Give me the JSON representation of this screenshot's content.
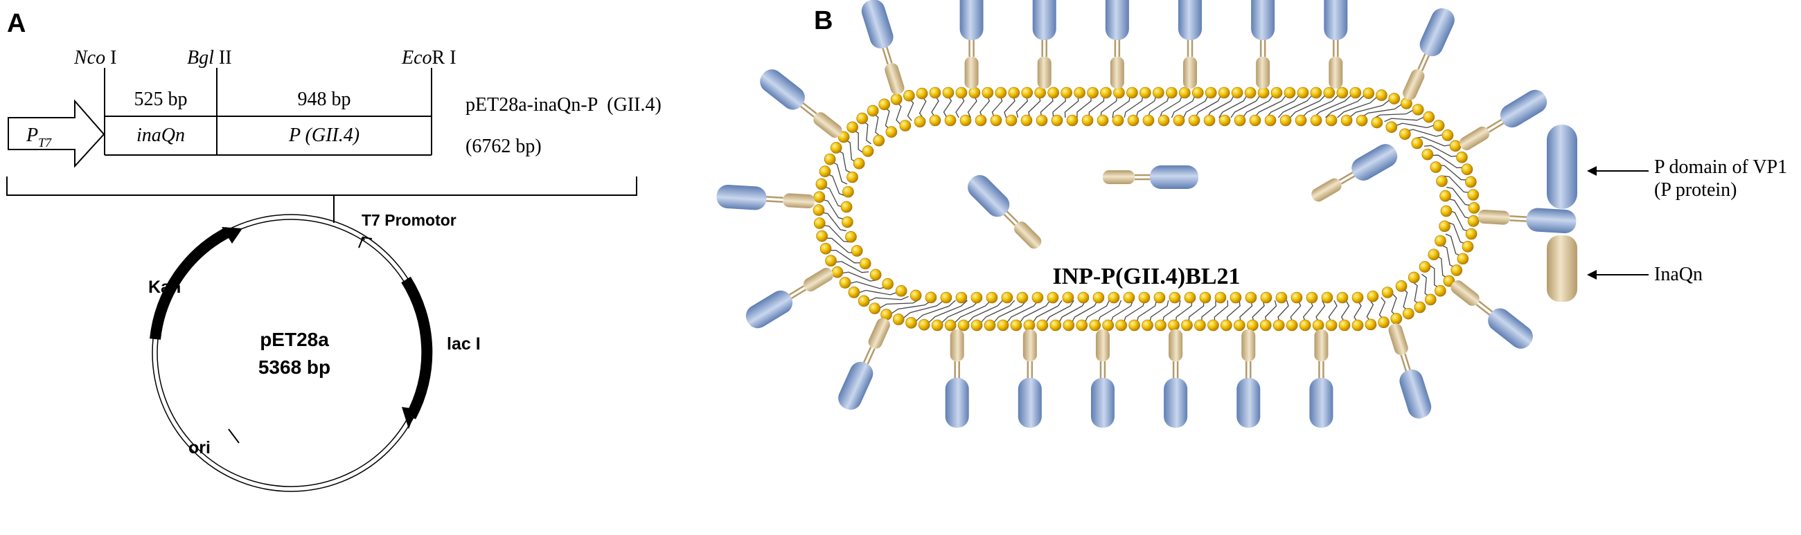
{
  "panel_a": {
    "label": "A",
    "sites": {
      "nco": {
        "italic": "Nco",
        "roman": " I"
      },
      "bgl": {
        "italic": "Bgl",
        "roman": " II"
      },
      "eco": {
        "italic": "Eco",
        "roman": "R I"
      }
    },
    "segments": {
      "promoter": {
        "main": "P",
        "sub": "T7"
      },
      "inaqn": {
        "size": "525 bp",
        "name": "inaQn"
      },
      "p": {
        "size": "948 bp",
        "name": "P (GII.4)"
      }
    },
    "construct_name": "pET28a-inaQn-P  (GII.4)",
    "construct_size": "(6762 bp)",
    "plasmid": {
      "name": "pET28a",
      "size": "5368 bp",
      "features": {
        "t7": "T7 Promotor",
        "kan": "Kan",
        "lac": "lac I",
        "ori": "ori"
      }
    }
  },
  "panel_b": {
    "label": "B",
    "cell_label": "INP-P(GII.4)BL21",
    "legend": {
      "p_domain_line1": "P domain of VP1",
      "p_domain_line2": "(P protein)",
      "inaqn": "InaQn"
    },
    "colors": {
      "p_domain": "#8fa6cf",
      "inaqn": "#d8c39a",
      "lipid_head": "#e3b400",
      "lipid_tail": "#444444"
    }
  }
}
